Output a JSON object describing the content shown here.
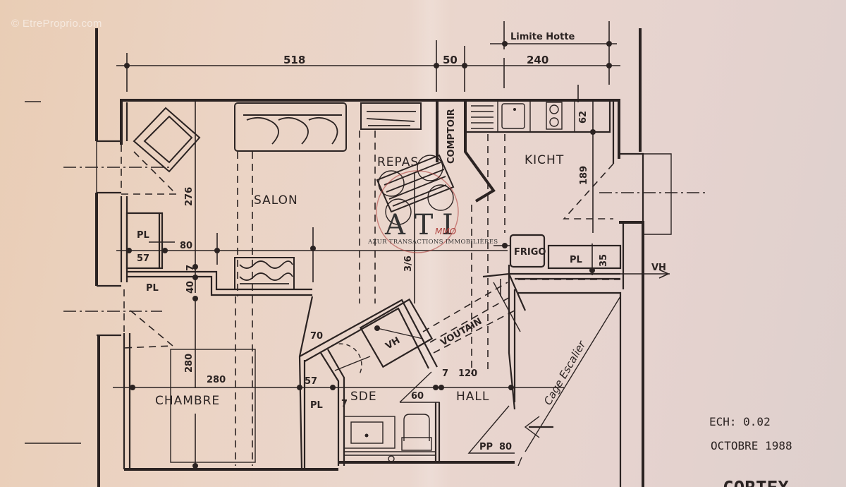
{
  "watermark": "© EtreProprio.com",
  "plan": {
    "rooms": {
      "salon": "SALON",
      "repas": "REPAS",
      "kicht": "KICHT",
      "chambre": "CHAMBRE",
      "sde": "SDE",
      "hall": "HALL",
      "comptoir": "COMPTOIR",
      "frigo": "FRIGO",
      "cage_escalier": "Cage Escalier",
      "voutain": "VOUTAIN"
    },
    "annotations": {
      "limite_hotte": "Limite Hotte",
      "pl_1": "PL",
      "pl_2": "PL",
      "pl_3": "PL",
      "pl_4": "PL",
      "vh_exit": "VH",
      "vh_inner": "VH",
      "pp": "PP"
    },
    "dimensions": {
      "top_518": "518",
      "top_50": "50",
      "top_240": "240",
      "kitchen_62": "62",
      "kitchen_189": "189",
      "salon_276": "276",
      "pl_80": "80",
      "pl_57_top": "57",
      "wall_7_a": "7",
      "pl_40": "40",
      "repas_316": "3/6",
      "pl_35": "35",
      "chambre_280_v": "280",
      "chambre_280_h": "280",
      "dim_70": "70",
      "pl_57_bottom": "57",
      "wall_7_b": "7",
      "wall_7_c": "7",
      "hall_120": "120",
      "sde_60": "60",
      "pp_80": "80"
    },
    "title_block": {
      "scale": "ECH: 0.02",
      "date": "OCTOBRE 1988",
      "signature": "CORTEX"
    },
    "logo": {
      "letters": "A T I",
      "suffix": "MMO",
      "subtitle": "AZUR TRANSACTIONS IMMOBILIÈRES",
      "accent_color": "#b0433f"
    }
  },
  "colors": {
    "ink": "#2b2322",
    "paper": "#e8d4c8"
  }
}
